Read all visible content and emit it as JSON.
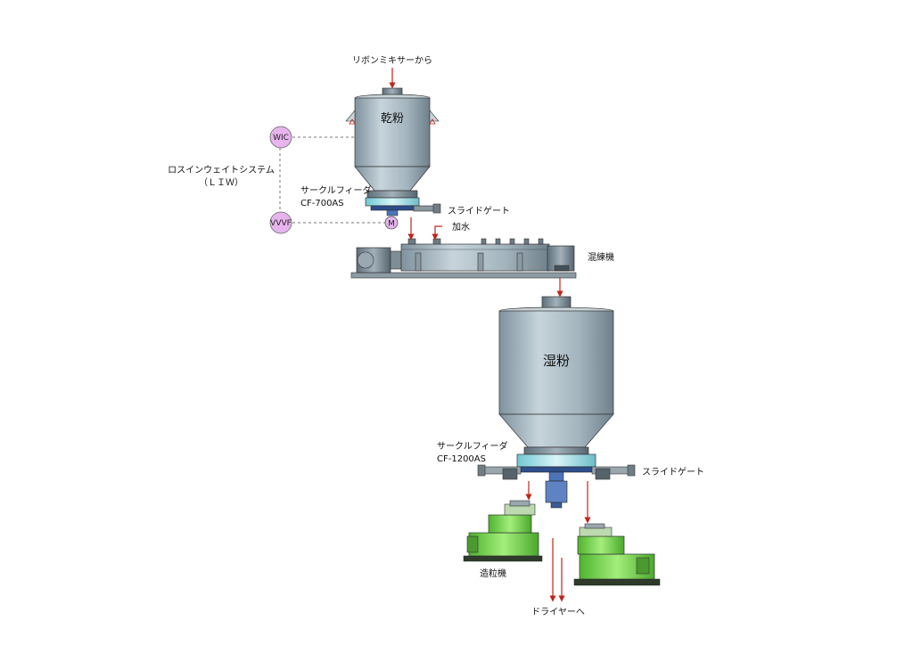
{
  "labels": {
    "from_ribbon_mixer": "リボンミキサーから",
    "dry_powder": "乾粉",
    "loss_in_weight_system": "ロスインウェイトシステム",
    "liw": "（ＬＩＷ）",
    "wic": "WIC",
    "vvvf": "VVVF",
    "motor": "M",
    "circle_feeder_small_name": "サークルフィーダ",
    "circle_feeder_small_model": "CF-700AS",
    "slide_gate_top": "スライドゲート",
    "add_water": "加水",
    "kneader": "混練機",
    "wet_powder": "湿粉",
    "circle_feeder_large_name": "サークルフィーダ",
    "circle_feeder_large_model": "CF-1200AS",
    "slide_gate_bottom": "スライドゲート",
    "granulator": "造粒機",
    "to_dryer": "ドライヤーへ"
  },
  "colors": {
    "hopper_fill": "#a9bac4",
    "feeder_fill": "#b5e6ea",
    "granulator_fill": "#8fe06a",
    "arrow": "#c0241b",
    "signal_circle": "#e7b4ee",
    "signal_line": "#777777"
  }
}
